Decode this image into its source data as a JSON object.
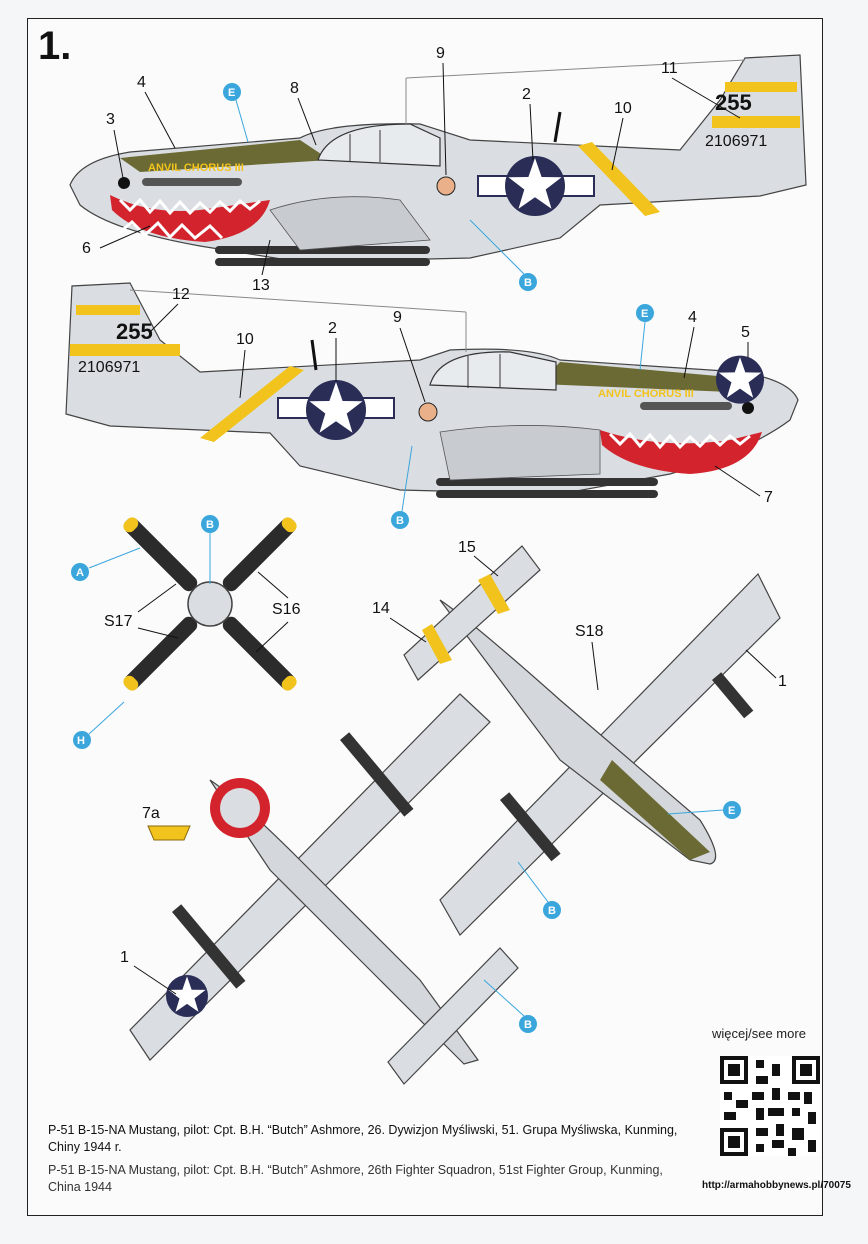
{
  "sheet": {
    "number": "1."
  },
  "callouts": {
    "c1": "1",
    "c2": "2",
    "c3": "3",
    "c4": "4",
    "c5": "5",
    "c6": "6",
    "c7": "7",
    "c7a": "7a",
    "c8": "8",
    "c9": "9",
    "c10": "10",
    "c11": "11",
    "c12": "12",
    "c13": "13",
    "c14": "14",
    "c15": "15",
    "s16": "S16",
    "s17": "S17",
    "s18": "S18"
  },
  "paint_badges": {
    "A": "A",
    "B": "B",
    "E": "E",
    "H": "H"
  },
  "aircraft_markings": {
    "nose_art": "ANVIL CHORUS III",
    "tail_number": "255",
    "serial": "2106971"
  },
  "captions": {
    "polish": "P-51 B-15-NA Mustang, pilot: Cpt. B.H. “Butch” Ashmore, 26. Dywizjon Myśliwski, 51. Grupa Myśliwska, Kunming, Chiny 1944 r.",
    "english": "P-51 B-15-NA Mustang, pilot: Cpt. B.H. “Butch” Ashmore, 26th Fighter Squadron, 51st Fighter Group, Kunming, China 1944"
  },
  "see_more": "więcej/see more",
  "url": "http://armahobbynews.pl/70075",
  "colors": {
    "aluminium": "#d9dde1",
    "olive_drab": "#6b6a34",
    "yellow": "#f1c31c",
    "insignia_blue": "#2a2d55",
    "shark_red": "#d3242d",
    "badge": "#3aa6dc"
  }
}
